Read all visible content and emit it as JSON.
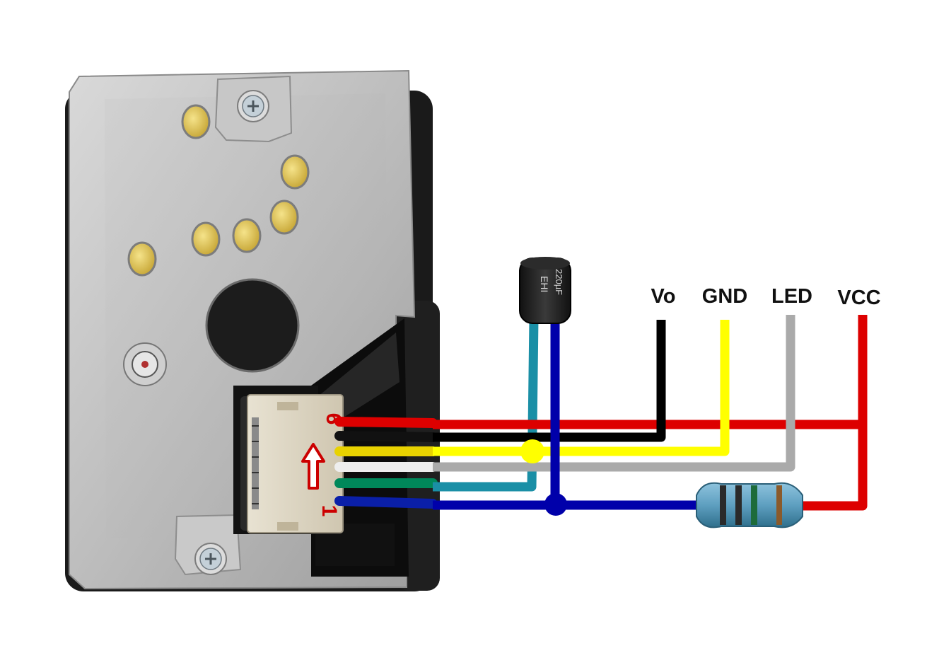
{
  "labels": {
    "vo": "Vo",
    "gnd": "GND",
    "led": "LED",
    "vcc": "VCC"
  },
  "connector": {
    "pin_first": "1",
    "pin_last": "6"
  },
  "capacitor": {
    "marking_1": "EHI",
    "marking_2": "220µF"
  },
  "colors": {
    "vcc_wire": "#dd0000",
    "vo_wire": "#000000",
    "gnd_wire": "#ffff00",
    "led_wire": "#aaaaaa",
    "capacitor_wire": "#1a8fa6",
    "resistor_wire": "#0000aa",
    "pin_marker": "#cc0000"
  },
  "icons": {
    "sensor": "dust-sensor-module-icon",
    "capacitor": "electrolytic-capacitor-icon",
    "resistor": "resistor-icon",
    "junction": "junction-dot-icon",
    "arrow": "arrow-up-icon"
  }
}
